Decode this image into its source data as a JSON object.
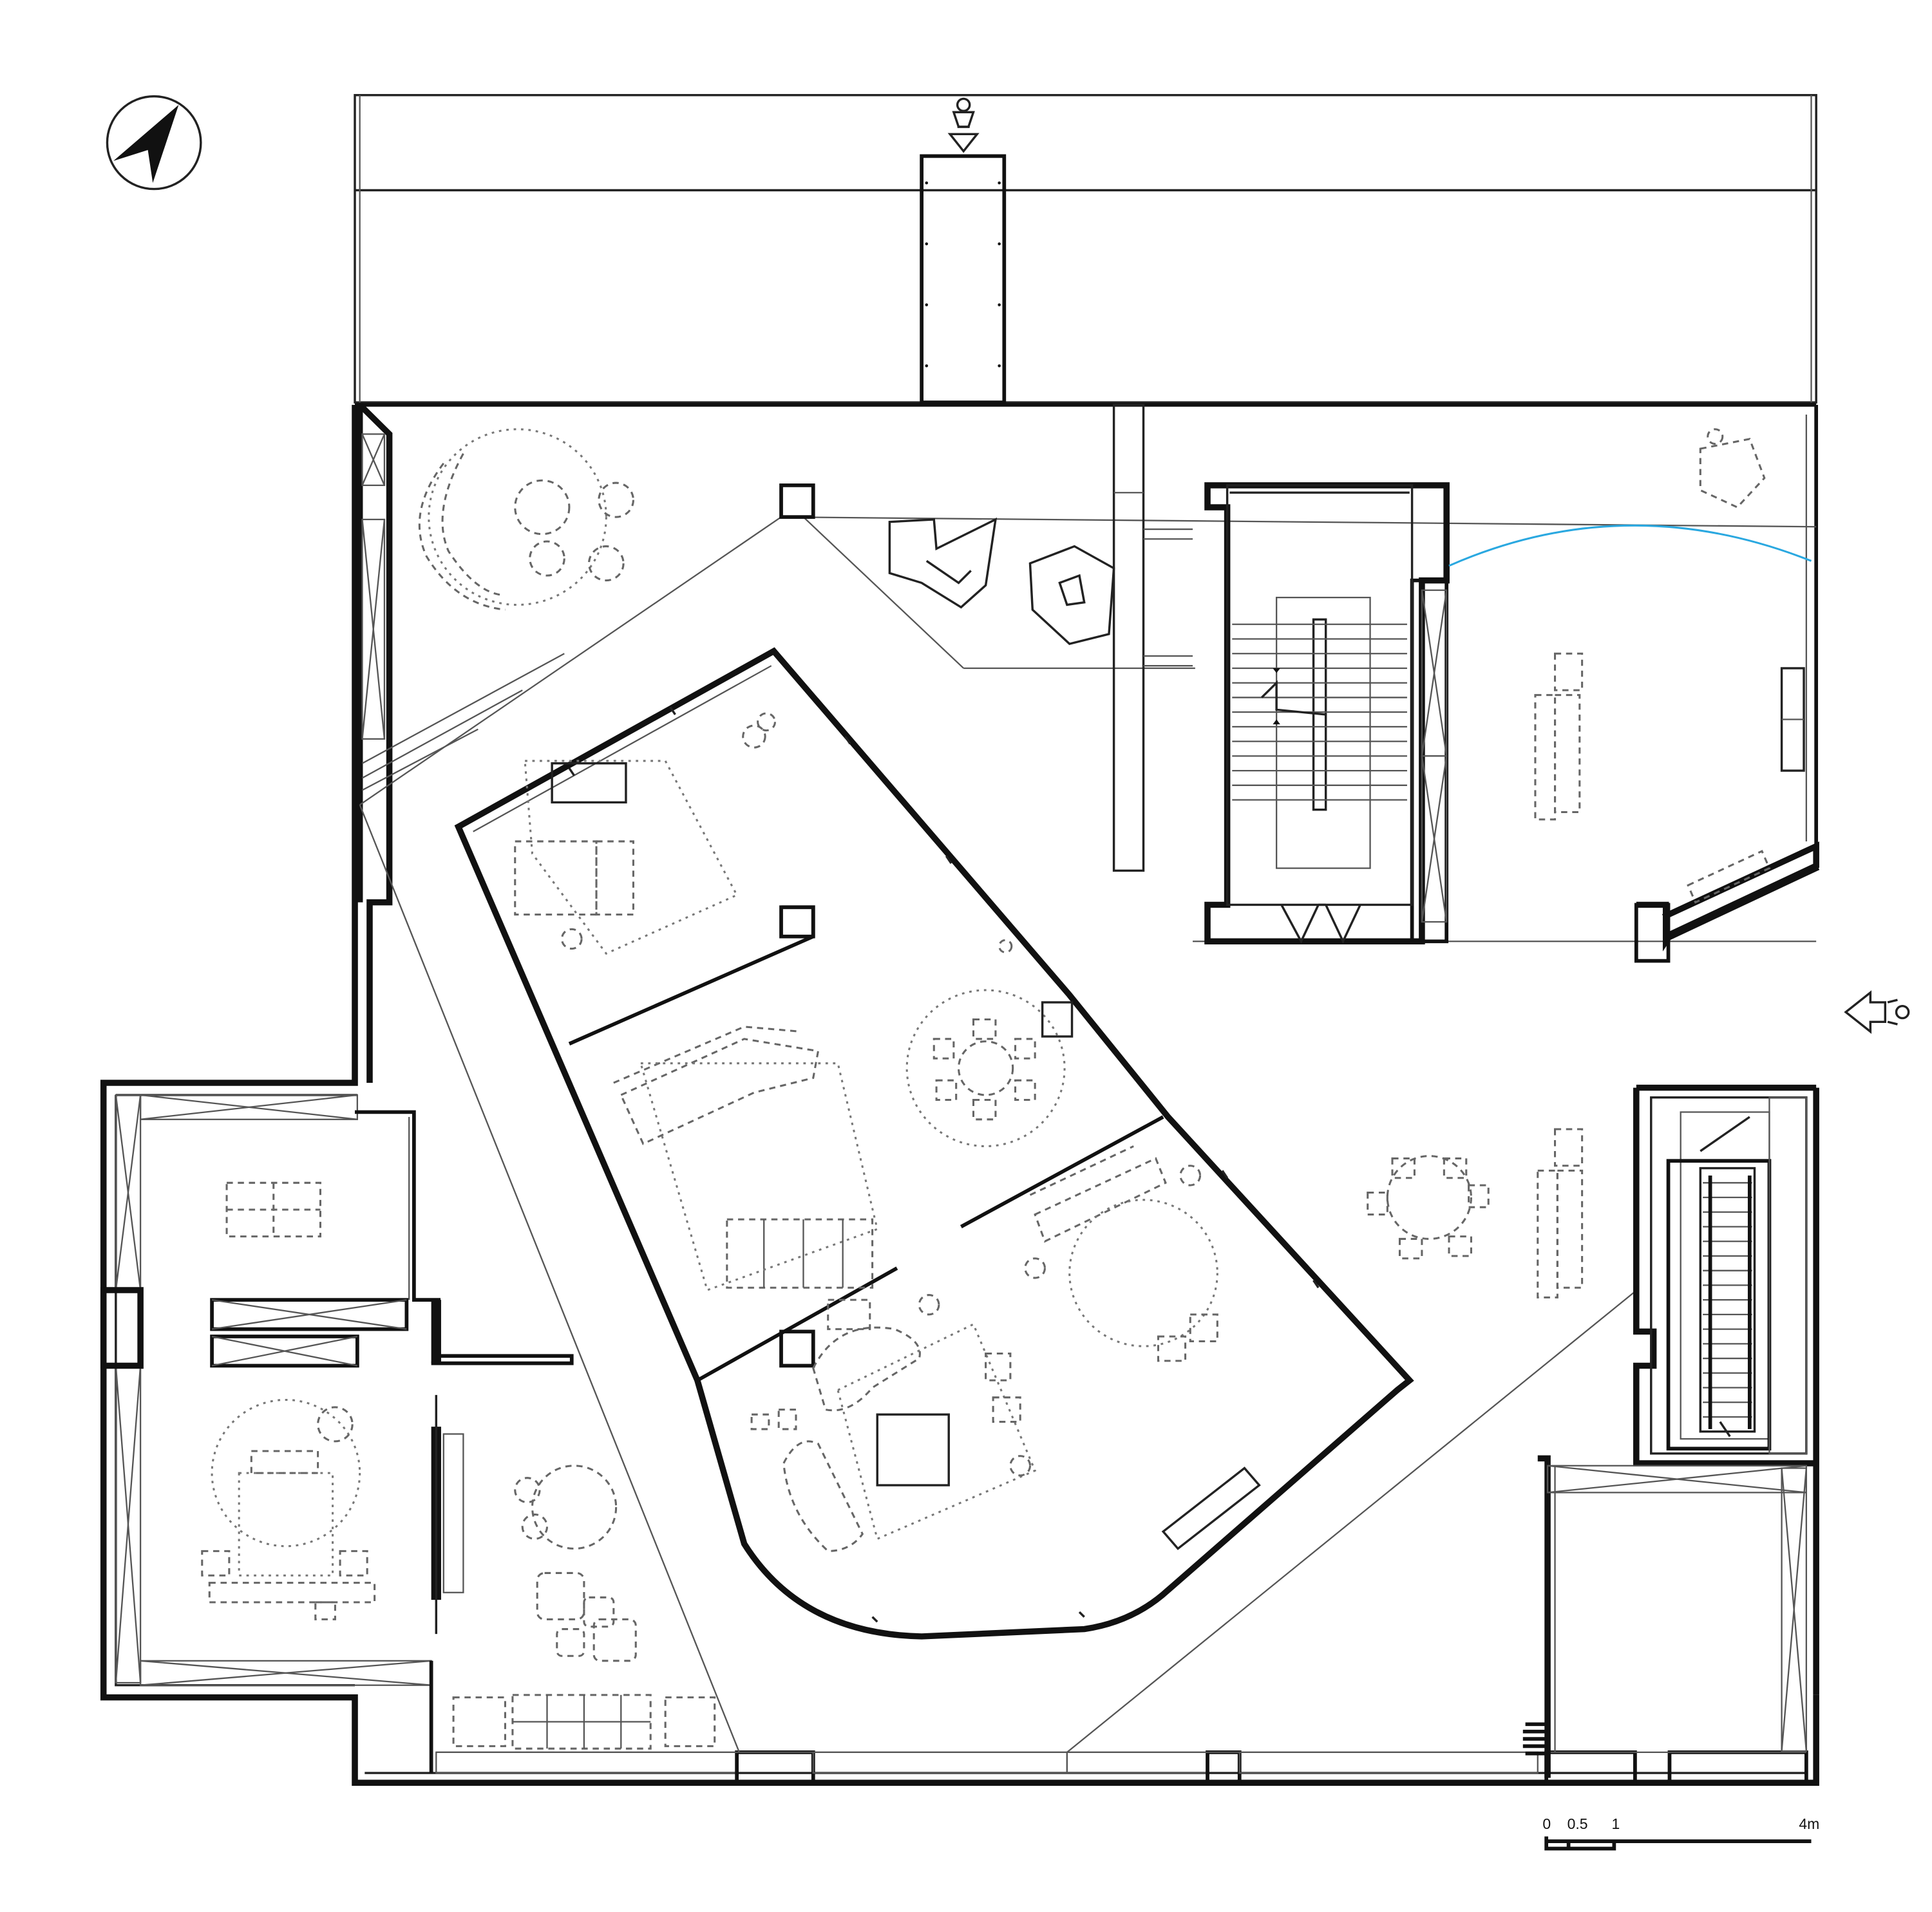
{
  "colors": {
    "walls": "#111111",
    "furniture_dashed": "#666666",
    "door_swing_arc": "#2aa8e0",
    "background": "#ffffff"
  },
  "icons": {
    "north_arrow": "north-arrow-icon",
    "entrance_north": "person-entry-arrow-icon",
    "entrance_east": "person-entry-arrow-icon"
  },
  "scale_bar": {
    "labels": [
      "0",
      "0.5",
      "1",
      "4m"
    ]
  }
}
